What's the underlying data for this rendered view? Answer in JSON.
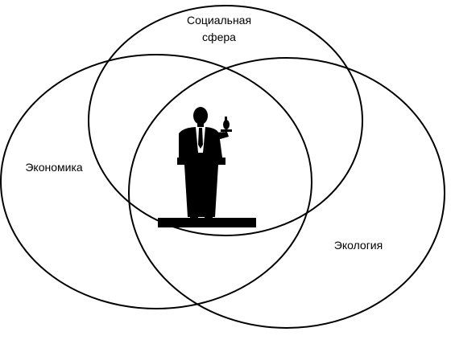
{
  "diagram": {
    "circles": [
      {
        "id": "social",
        "label_lines": [
          "Социальная",
          "сфера"
        ]
      },
      {
        "id": "economy",
        "label_lines": [
          "Экономика"
        ]
      },
      {
        "id": "ecology",
        "label_lines": [
          "Экология"
        ]
      }
    ],
    "center_icon": "speaker-at-podium-icon",
    "colors": {
      "stroke": "#000000",
      "fill": "#ffffff"
    }
  }
}
